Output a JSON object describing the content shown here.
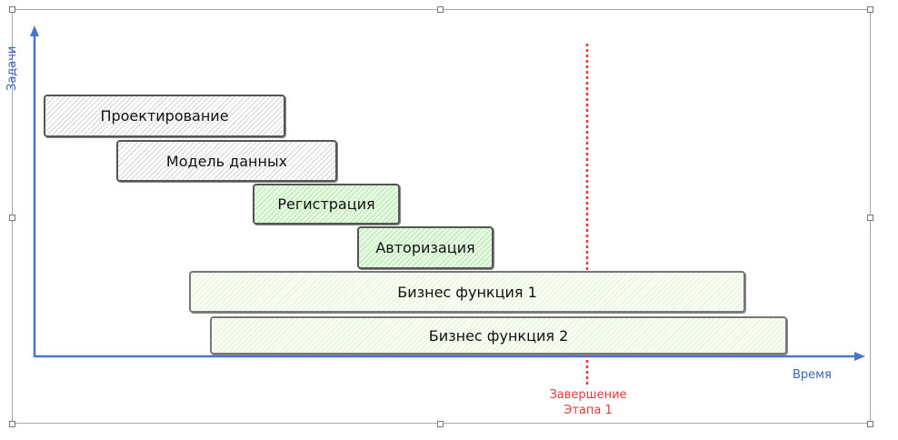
{
  "diagram": {
    "y_axis_label": "Задачи",
    "x_axis_label": "Время",
    "tasks": [
      {
        "label": "Проектирование",
        "status": "gray"
      },
      {
        "label": "Модель данных",
        "status": "gray"
      },
      {
        "label": "Регистрация",
        "status": "green"
      },
      {
        "label": "Авторизация",
        "status": "green"
      },
      {
        "label": "Бизнес функция 1",
        "status": "light-green"
      },
      {
        "label": "Бизнес функция 2",
        "status": "light-green"
      }
    ],
    "milestone": {
      "line1": "Завершение",
      "line2": "Этапа 1"
    },
    "colors": {
      "axis": "#3b63c4",
      "milestone": "#e03a3a",
      "done": "#d4d4d4",
      "active": "#b8e8b0",
      "planned": "#dff2d6"
    }
  }
}
